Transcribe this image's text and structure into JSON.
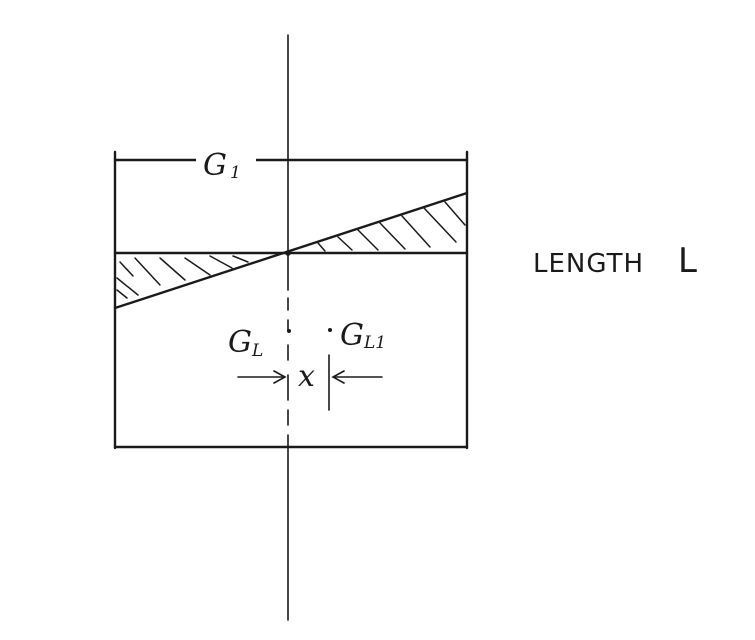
{
  "labels": {
    "g1_main": "G",
    "g1_sub": "1",
    "gl_main": "G",
    "gl_sub": "L",
    "gl1_main": "G",
    "gl1_sub": "L1",
    "x_symbol": "x",
    "length_text": "LENGTH",
    "length_symbol": "L"
  },
  "colors": {
    "ink": "#1a1a1a",
    "background": "#ffffff"
  }
}
